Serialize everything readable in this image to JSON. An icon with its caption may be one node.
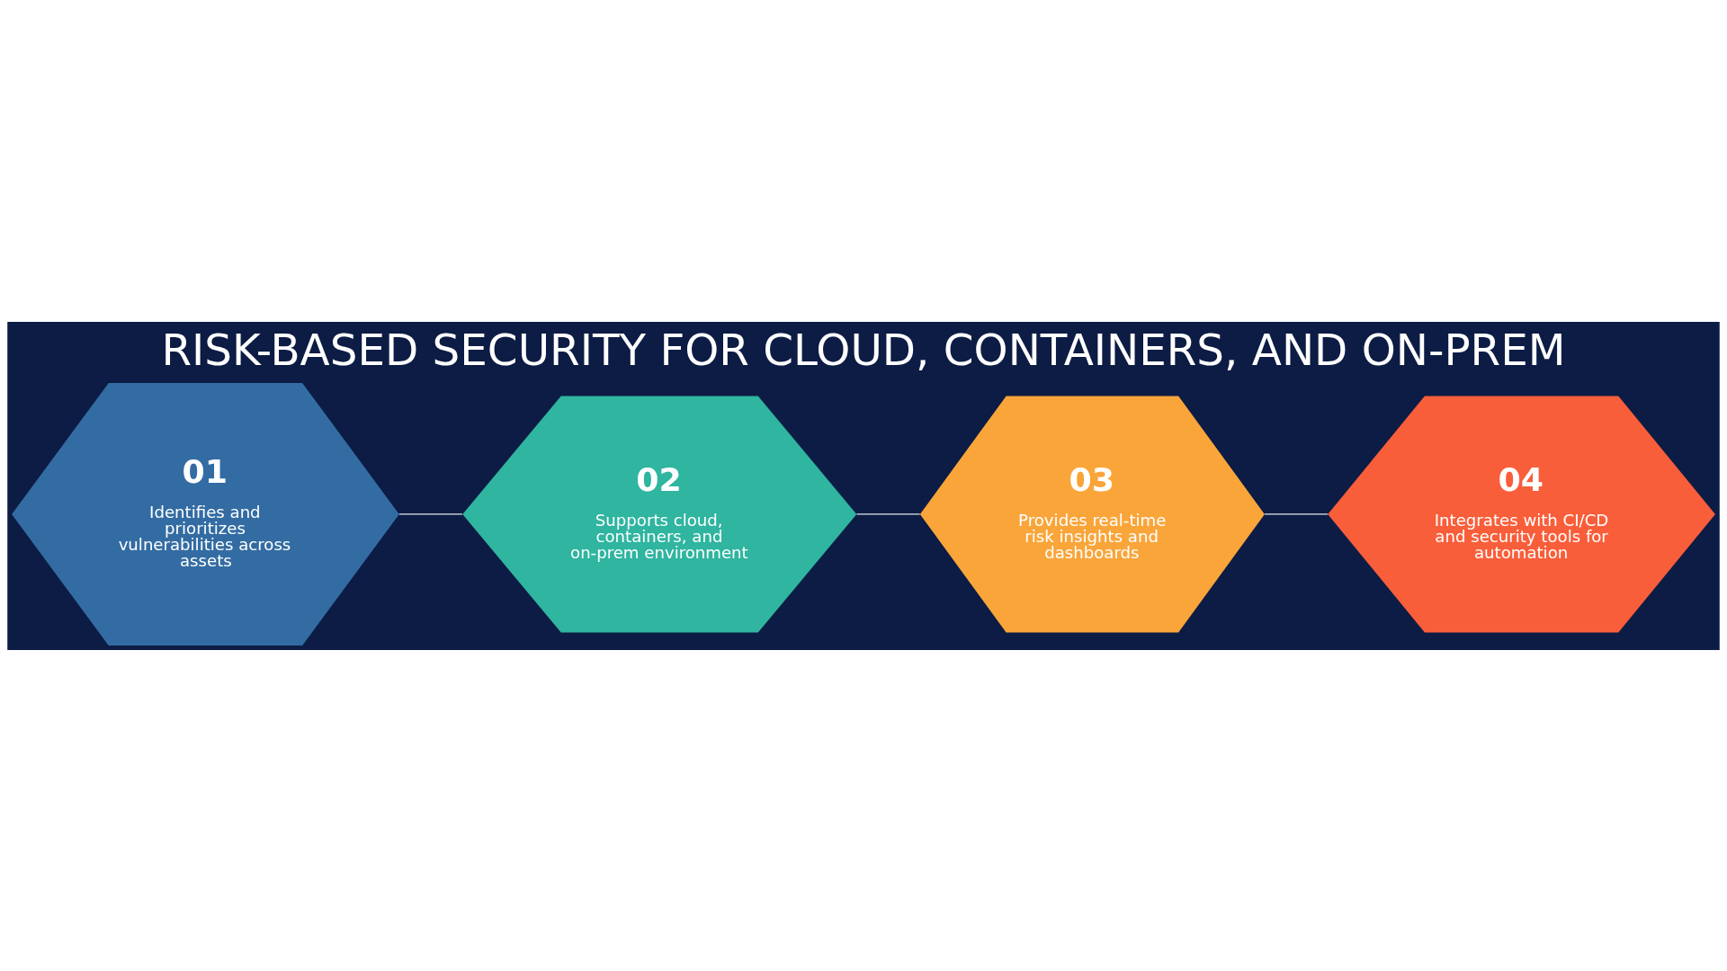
{
  "diagram": {
    "title": "RISK-BASED SECURITY FOR CLOUD, CONTAINERS, AND ON-PREM",
    "nodes": [
      {
        "text": [
          "01",
          "Identifies and prioritizes vulnerabilities across assets"
        ]
      },
      {
        "text": [
          "02",
          "Supports cloud, containers, and on-prem environment"
        ]
      },
      {
        "text": [
          "03",
          "Provides real-time risk insights and dashboards"
        ]
      },
      {
        "text": [
          "04",
          "Integrates with CI/CD and security tools for automation"
        ]
      }
    ],
    "edges": [
      {
        "from": 0,
        "to": 1,
        "arrow": "none"
      },
      {
        "from": 1,
        "to": 2,
        "arrow": "none"
      },
      {
        "from": 2,
        "to": 3,
        "arrow": "none"
      }
    ]
  }
}
